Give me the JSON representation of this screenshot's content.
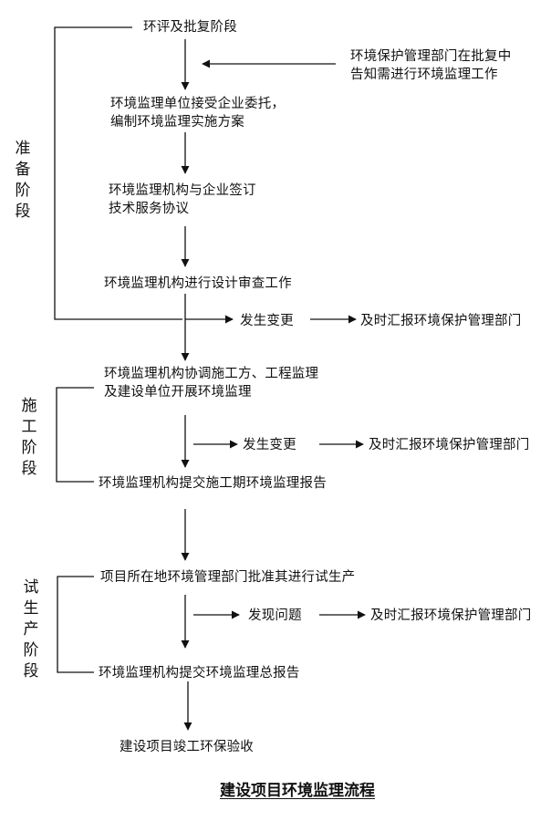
{
  "title": "建设项目环境监理流程",
  "stages": {
    "prep": "准备阶段",
    "construction": "施工阶段",
    "trial": "试生产阶段"
  },
  "prep_steps": {
    "s1": "环评及批复阶段",
    "notice_line1": "环境保护管理部门在批复中",
    "notice_line2": "告知需进行环境监理工作",
    "s2_line1": "环境监理单位接受企业委托，",
    "s2_line2": "编制环境监理实施方案",
    "s3_line1": "环境监理机构与企业签订",
    "s3_line2": "技术服务协议",
    "s4": "环境监理机构进行设计审查工作",
    "change": "发生变更",
    "report": "及时汇报环境保护管理部门"
  },
  "construction_steps": {
    "s1_line1": "环境监理机构协调施工方、工程监理",
    "s1_line2": "及建设单位开展环境监理",
    "change": "发生变更",
    "report": "及时汇报环境保护管理部门",
    "s2": "环境监理机构提交施工期环境监理报告"
  },
  "trial_steps": {
    "s1": "项目所在地环境管理部门批准其进行试生产",
    "issue": "发现问题",
    "report": "及时汇报环境保护管理部门",
    "s2": "环境监理机构提交环境监理总报告",
    "final": "建设项目竣工环保验收"
  }
}
